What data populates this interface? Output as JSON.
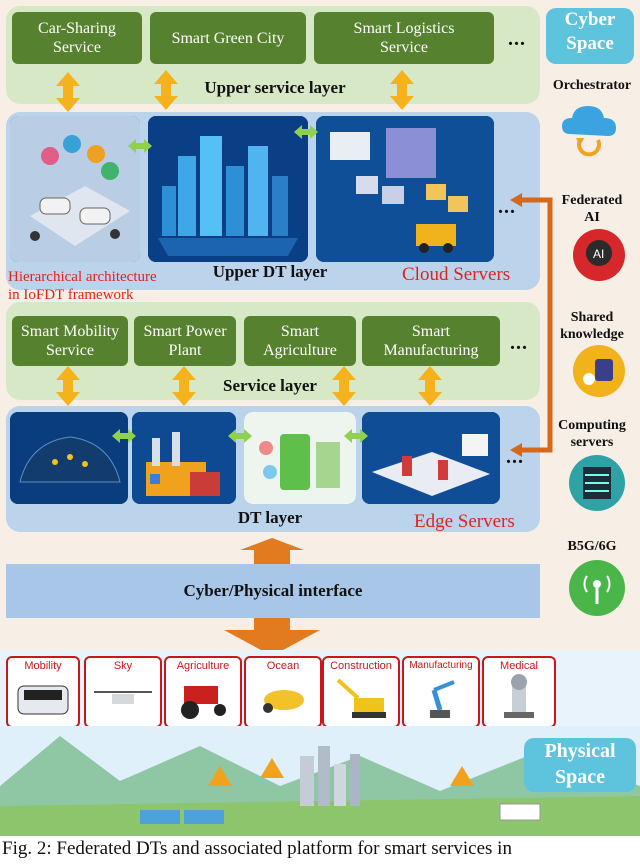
{
  "upper_service_layer": {
    "services": [
      "Car-Sharing\nService",
      "Smart Green City",
      "Smart Logistics\nService"
    ],
    "more": "...",
    "label": "Upper service layer"
  },
  "upper_dt_layer": {
    "label": "Upper DT layer",
    "servers": "Cloud Servers",
    "more": "..."
  },
  "architecture_note": "Hierarchical architecture\nin IoFDT framework",
  "service_layer": {
    "services": [
      "Smart Mobility\nService",
      "Smart Power\nPlant",
      "Smart\nAgriculture",
      "Smart\nManufacturing"
    ],
    "more": "...",
    "label": "Service layer"
  },
  "dt_layer": {
    "label": "DT layer",
    "servers": "Edge Servers",
    "more": "..."
  },
  "interface": {
    "label": "Cyber/Physical interface"
  },
  "cyber_space": "Cyber\nSpace",
  "physical_space": "Physical\nSpace",
  "side_items": [
    {
      "label": "Orchestrator",
      "icon": "cloud-sync-icon"
    },
    {
      "label": "Federated\nAI",
      "icon": "ai-head-icon"
    },
    {
      "label": "Shared\nknowledge",
      "icon": "database-gear-icon"
    },
    {
      "label": "Computing\nservers",
      "icon": "server-rack-icon"
    },
    {
      "label": "B5G/6G",
      "icon": "antenna-icon"
    }
  ],
  "applications": [
    "Mobility",
    "Sky",
    "Agriculture",
    "Ocean",
    "Construction",
    "Manufacturing",
    "Medical"
  ],
  "caption": "Fig. 2: Federated DTs and associated platform for smart services in",
  "colors": {
    "service_green": "#56822f",
    "layer_green": "#d7e8c6",
    "layer_blue": "#bcd3ec",
    "arrow_orange": "#f6b21c",
    "accent_red": "#e0241b"
  }
}
